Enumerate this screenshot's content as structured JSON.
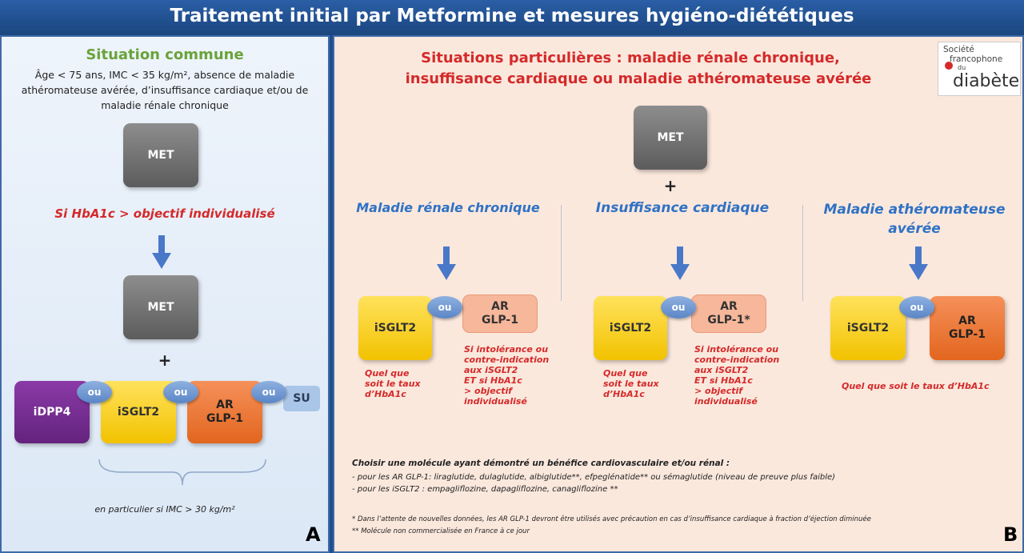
{
  "title": "Traitement initial par Metformine et mesures hygiéno-diététiques",
  "panel_a": {
    "heading": "Situation commune",
    "description": "Âge < 75 ans, IMC < 35 kg/m², absence de maladie athéromateuse avérée, d’insuffisance cardiaque et/ou de maladie rénale chronique",
    "met_top": "MET",
    "condition": "Si HbA1c > objectif individualisé",
    "met_mid": "MET",
    "plus": "+",
    "options": [
      "iDPP4",
      "iSGLT2",
      "AR\nGLP-1",
      "SU"
    ],
    "ou": "ou",
    "brace_note": "en particulier si IMC > 30 kg/m²",
    "corner": "A"
  },
  "panel_b": {
    "heading_line1": "Situations particulières : maladie rénale chronique,",
    "heading_line2": "insuffisance cardiaque ou maladie athéromateuse avérée",
    "logo": {
      "line1": "Société",
      "line2": "francophone",
      "line3": "du",
      "line4": "diabète"
    },
    "met": "MET",
    "plus": "+",
    "columns": [
      {
        "title": "Maladie rénale chronique",
        "primary": "iSGLT2",
        "ou": "ou",
        "secondary": "AR\nGLP-1",
        "note_left": "Quel que\nsoit le taux\nd’HbA1c",
        "note_right": "Si intolérance ou\ncontre-indication\naux iSGLT2\nET si HbA1c\n> objectif\nindividualisé"
      },
      {
        "title": "Insuffisance cardiaque",
        "primary": "iSGLT2",
        "ou": "ou",
        "secondary": "AR\nGLP-1*",
        "note_left": "Quel que\nsoit le taux\nd’HbA1c",
        "note_right": "Si intolérance ou\ncontre-indication\naux iSGLT2\nET si HbA1c\n> objectif\nindividualisé"
      },
      {
        "title": "Maladie athéromateuse\navérée",
        "primary": "iSGLT2",
        "ou": "ou",
        "secondary": "AR\nGLP-1",
        "note": "Quel que soit le taux d’HbA1c"
      }
    ],
    "guidance_title": "Choisir une molécule ayant démontré un bénéfice cardiovasculaire et/ou rénal :",
    "guidance_1": "- pour les AR GLP-1: liraglutide, dulaglutide, albiglutide**, efpeglénatide** ou sémaglutide (niveau de preuve plus faible)",
    "guidance_2": "- pour les iSGLT2 : empagliflozine, dapagliflozine, canagliflozine **",
    "footnote_1": "* Dans l’attente de nouvelles données, les AR GLP-1 devront être utilisés avec précaution en cas d’insuffisance cardiaque à fraction d’éjection diminuée",
    "footnote_2": "** Molécule non commercialisée en France à ce jour",
    "corner": "B"
  },
  "colors": {
    "banner": "#1f4e8c",
    "green_heading": "#6aa33a",
    "red": "#d42a2a",
    "blue_title": "#2f72c4",
    "arrow": "#4a78c8"
  }
}
